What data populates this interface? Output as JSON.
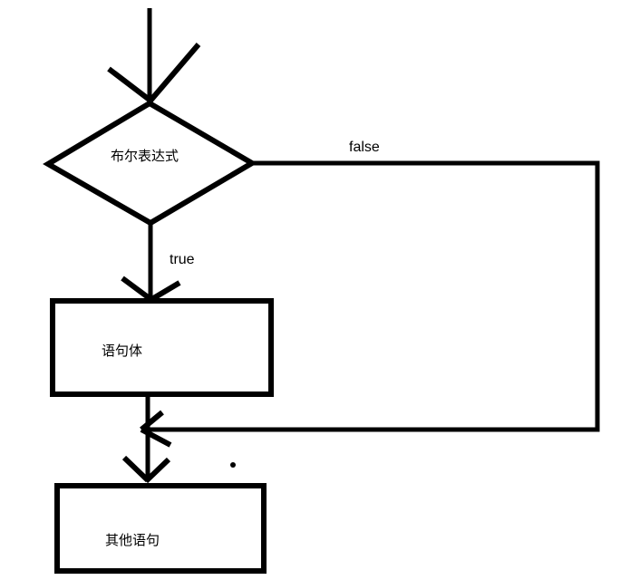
{
  "meta": {
    "type": "flowchart",
    "subject": "if-statement control flow",
    "background_color": "#ffffff",
    "ink_color": "#000000"
  },
  "flowchart": {
    "decision": {
      "shape": "diamond",
      "label": "布尔表达式"
    },
    "body": {
      "shape": "rectangle",
      "label": "语句体"
    },
    "next": {
      "shape": "rectangle",
      "label": "其他语句"
    },
    "edges": {
      "true_label": "true",
      "false_label": "false"
    }
  }
}
